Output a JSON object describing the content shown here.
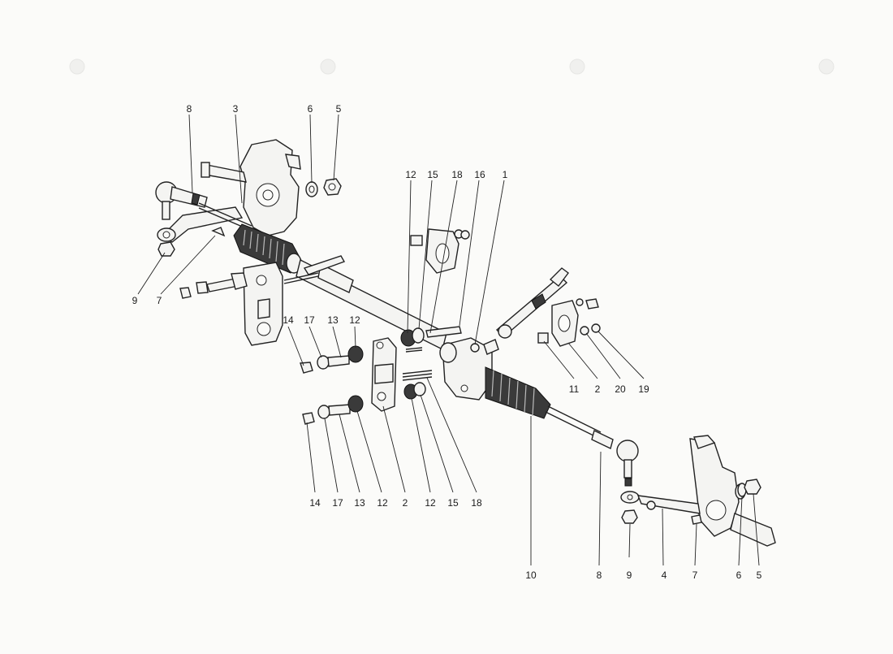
{
  "diagram": {
    "callouts": [
      {
        "id": "c-8-top",
        "text": "8"
      },
      {
        "id": "c-3-top",
        "text": "3"
      },
      {
        "id": "c-6-top",
        "text": "6"
      },
      {
        "id": "c-5-top",
        "text": "5"
      },
      {
        "id": "c-9-left",
        "text": "9"
      },
      {
        "id": "c-7-left",
        "text": "7"
      },
      {
        "id": "c-12-top",
        "text": "12"
      },
      {
        "id": "c-15-top",
        "text": "15"
      },
      {
        "id": "c-18-top",
        "text": "18"
      },
      {
        "id": "c-16-top",
        "text": "16"
      },
      {
        "id": "c-1-top",
        "text": "1"
      },
      {
        "id": "c-14-mid",
        "text": "14"
      },
      {
        "id": "c-17-mid",
        "text": "17"
      },
      {
        "id": "c-13-mid",
        "text": "13"
      },
      {
        "id": "c-12-mid",
        "text": "12"
      },
      {
        "id": "c-11-right",
        "text": "11"
      },
      {
        "id": "c-2-right",
        "text": "2"
      },
      {
        "id": "c-20-right",
        "text": "20"
      },
      {
        "id": "c-19-right",
        "text": "19"
      },
      {
        "id": "c-14-bot",
        "text": "14"
      },
      {
        "id": "c-17-bot",
        "text": "17"
      },
      {
        "id": "c-13-bot",
        "text": "13"
      },
      {
        "id": "c-12-bot-a",
        "text": "12"
      },
      {
        "id": "c-2-bot",
        "text": "2"
      },
      {
        "id": "c-12-bot-b",
        "text": "12"
      },
      {
        "id": "c-15-bot",
        "text": "15"
      },
      {
        "id": "c-18-bot",
        "text": "18"
      },
      {
        "id": "c-10-bot",
        "text": "10"
      },
      {
        "id": "c-8-bot",
        "text": "8"
      },
      {
        "id": "c-9-bot",
        "text": "9"
      },
      {
        "id": "c-4-bot",
        "text": "4"
      },
      {
        "id": "c-7-bot",
        "text": "7"
      },
      {
        "id": "c-6-bot",
        "text": "6"
      },
      {
        "id": "c-5-bot",
        "text": "5"
      }
    ]
  }
}
